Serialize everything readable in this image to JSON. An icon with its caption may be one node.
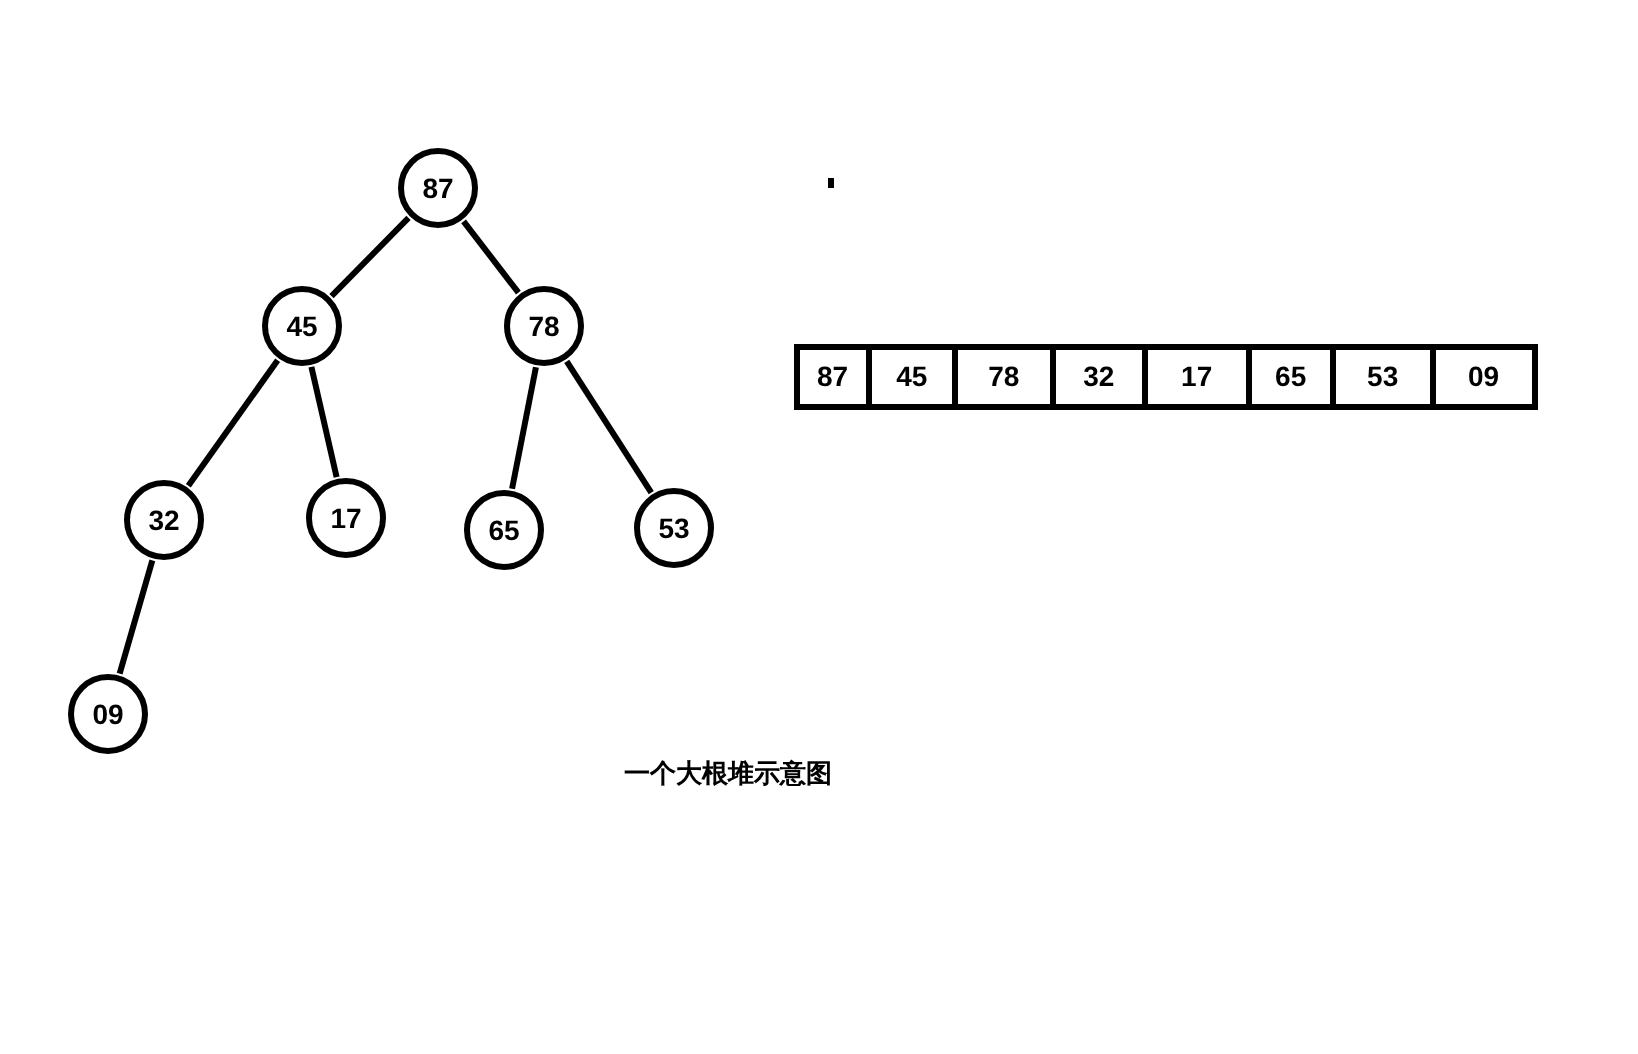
{
  "diagram": {
    "caption": "一个大根堆示意图",
    "nodes": [
      {
        "text": [
          "87"
        ]
      },
      {
        "text": [
          "45"
        ]
      },
      {
        "text": [
          "78"
        ]
      },
      {
        "text": [
          "32"
        ]
      },
      {
        "text": [
          "17"
        ]
      },
      {
        "text": [
          "65"
        ]
      },
      {
        "text": [
          "53"
        ]
      },
      {
        "text": [
          "09"
        ]
      }
    ],
    "edges": [
      {
        "from": 0,
        "to": 1,
        "arrow": "none"
      },
      {
        "from": 0,
        "to": 2,
        "arrow": "none"
      },
      {
        "from": 1,
        "to": 3,
        "arrow": "none"
      },
      {
        "from": 1,
        "to": 4,
        "arrow": "none"
      },
      {
        "from": 2,
        "to": 5,
        "arrow": "none"
      },
      {
        "from": 2,
        "to": 6,
        "arrow": "none"
      },
      {
        "from": 3,
        "to": 7,
        "arrow": "none"
      }
    ],
    "labels": [
      "87",
      "45",
      "78",
      "32",
      "17",
      "65",
      "53",
      "09"
    ]
  }
}
